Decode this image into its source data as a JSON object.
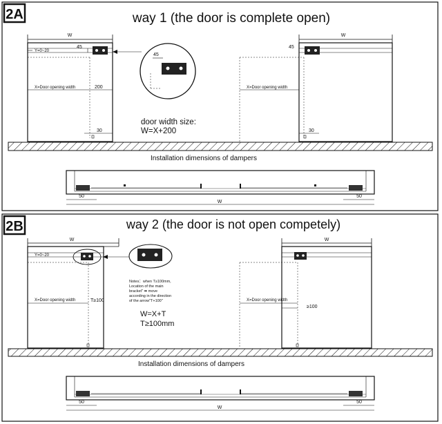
{
  "panel_a": {
    "tag": "2A",
    "title": "way 1  (the door is complete open)",
    "dim_w_left": "W",
    "dim_w_right": "W",
    "dim_y_range": "Y=0~20",
    "dim_45_left": "45",
    "dim_45_right": "45",
    "dim_45_zoom": "45",
    "label_x_left": "X=Door opening width",
    "label_x_right": "X=Door opening width",
    "dim_200": "200",
    "dim_30_left": "30",
    "dim_30_right": "30",
    "note_line1": "door width size:",
    "note_line2": "W=X+200",
    "caption": "Installation dimensions of dampers",
    "rail_dim_left": "50",
    "rail_dim_right": "50",
    "rail_dim_total": "W"
  },
  "panel_b": {
    "tag": "2B",
    "title": "way 2 (the door is not  open competely)",
    "dim_w_left": "W",
    "dim_w_right": "W",
    "dim_y_range": "Y=0~20",
    "label_x_left": "X=Door opening width",
    "label_x_right": "X=Door opening width",
    "dim_t_left": "T≥100",
    "dim_t_right": "≥100",
    "note_small": [
      "Notes：when T≥100mm,",
      "Location of the main",
      "bracket\" ➡ move",
      "according in the direction",
      "of the arrow\"T+100\""
    ],
    "formula_line1": "W=X+T",
    "formula_line2": "T≥100mm",
    "caption": "Installation dimensions of dampers",
    "rail_dim_left": "50",
    "rail_dim_right": "50",
    "rail_dim_total": "W"
  }
}
